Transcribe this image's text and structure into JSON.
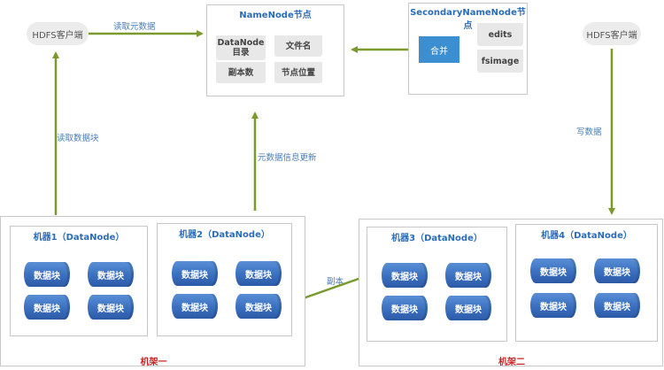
{
  "clients": {
    "left": "HDFS客户端",
    "right": "HDFS客户端"
  },
  "namenode": {
    "title": "NameNode节点",
    "items": [
      "DataNode\n目录",
      "文件名",
      "副本数",
      "节点位置"
    ]
  },
  "secondary": {
    "title": "SecondaryNameNode节点",
    "merge": "合并",
    "files": [
      "edits",
      "fsimage"
    ]
  },
  "edges": {
    "read_meta": "读取元数据",
    "read_block": "读取数据块",
    "meta_update": "元数据信息更新",
    "write": "写数据",
    "replica": "副本"
  },
  "racks": [
    {
      "label": "机架一",
      "machines": [
        {
          "title": "机器1（DataNode）",
          "blocks": [
            "数据块",
            "数据块",
            "数据块",
            "数据块"
          ]
        },
        {
          "title": "机器2（DataNode）",
          "blocks": [
            "数据块",
            "数据块",
            "数据块",
            "数据块"
          ]
        }
      ]
    },
    {
      "label": "机架二",
      "machines": [
        {
          "title": "机器3（DataNode）",
          "blocks": [
            "数据块",
            "数据块",
            "数据块",
            "数据块"
          ]
        },
        {
          "title": "机器4（DataNode）",
          "blocks": [
            "数据块",
            "数据块",
            "数据块",
            "数据块"
          ]
        }
      ]
    }
  ],
  "colors": {
    "arrow": "#7a9a2e",
    "block": "#3a6fc0",
    "title": "#2b6cb8",
    "rack_label": "#cc2222"
  }
}
